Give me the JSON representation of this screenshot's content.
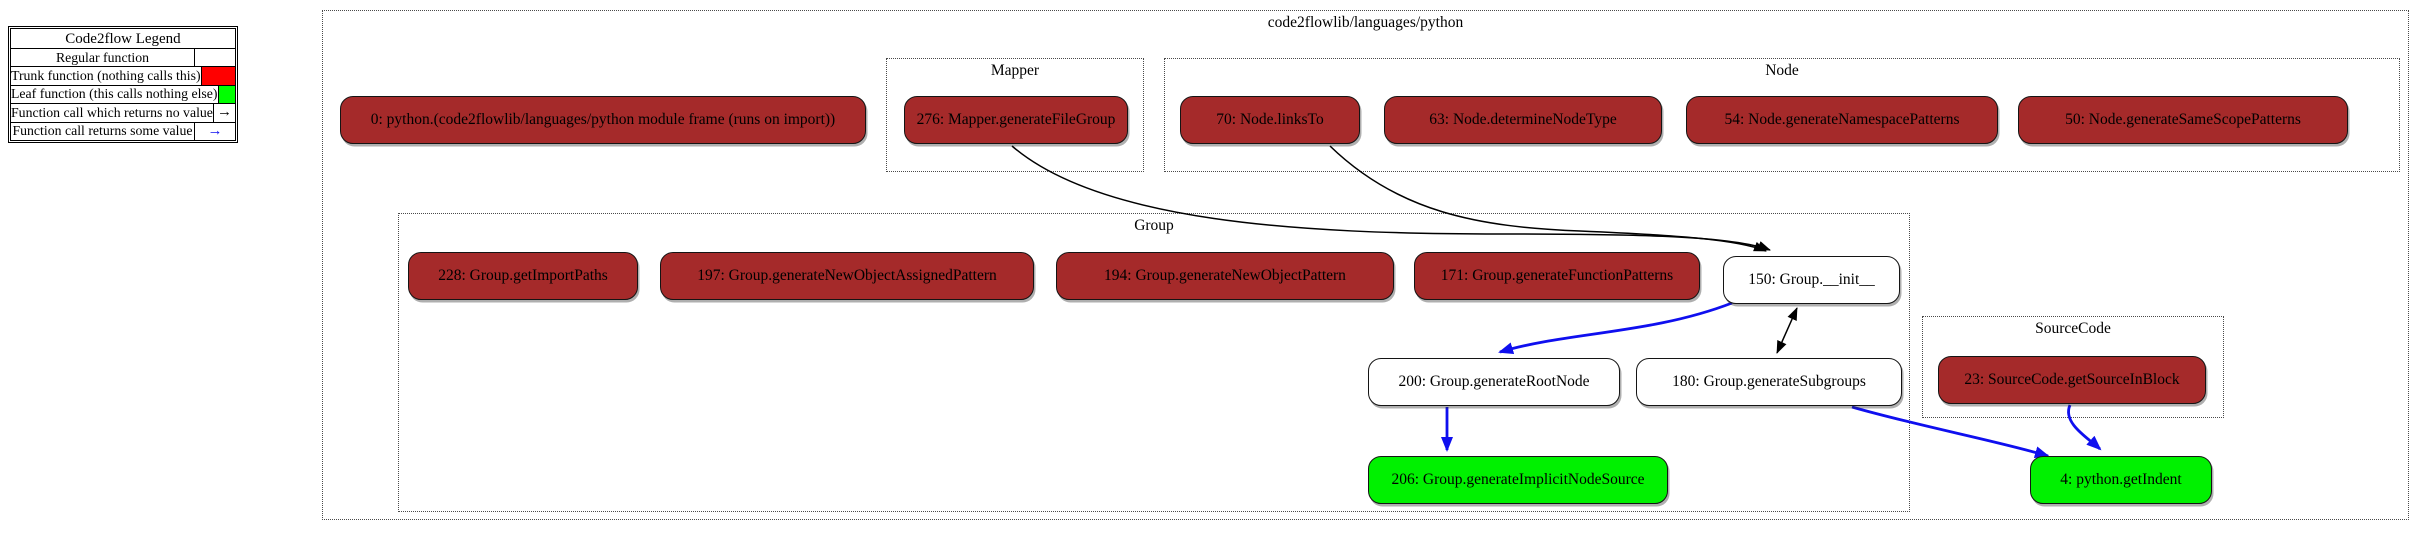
{
  "legend": {
    "title": "Code2flow Legend",
    "rows": [
      {
        "label": "Regular function",
        "swatch": "white",
        "glyph": ""
      },
      {
        "label": "Trunk function (nothing calls this)",
        "swatch": "red",
        "glyph": ""
      },
      {
        "label": "Leaf function (this calls nothing else)",
        "swatch": "green",
        "glyph": ""
      },
      {
        "label": "Function call which returns no value",
        "swatch": "arrow-black",
        "glyph": "→"
      },
      {
        "label": "Function call returns some value",
        "swatch": "arrow-blue",
        "glyph": "→"
      }
    ]
  },
  "clusters": {
    "outer": {
      "label": "code2flowlib/languages/python"
    },
    "mapper": {
      "label": "Mapper"
    },
    "node": {
      "label": "Node"
    },
    "group": {
      "label": "Group"
    },
    "sourcecode": {
      "label": "SourceCode"
    }
  },
  "nodes": {
    "n0": {
      "label": "0: python.(code2flowlib/languages/python module frame (runs on import))",
      "type": "trunk",
      "cluster": "outer"
    },
    "n276": {
      "label": "276: Mapper.generateFileGroup",
      "type": "trunk",
      "cluster": "mapper"
    },
    "n70": {
      "label": "70: Node.linksTo",
      "type": "trunk",
      "cluster": "node"
    },
    "n63": {
      "label": "63: Node.determineNodeType",
      "type": "trunk",
      "cluster": "node"
    },
    "n54": {
      "label": "54: Node.generateNamespacePatterns",
      "type": "trunk",
      "cluster": "node"
    },
    "n50": {
      "label": "50: Node.generateSameScopePatterns",
      "type": "trunk",
      "cluster": "node"
    },
    "n228": {
      "label": "228: Group.getImportPaths",
      "type": "trunk",
      "cluster": "group"
    },
    "n197": {
      "label": "197: Group.generateNewObjectAssignedPattern",
      "type": "trunk",
      "cluster": "group"
    },
    "n194": {
      "label": "194: Group.generateNewObjectPattern",
      "type": "trunk",
      "cluster": "group"
    },
    "n171": {
      "label": "171: Group.generateFunctionPatterns",
      "type": "trunk",
      "cluster": "group"
    },
    "n150": {
      "label": "150: Group.__init__",
      "type": "regular",
      "cluster": "group"
    },
    "n200": {
      "label": "200: Group.generateRootNode",
      "type": "regular",
      "cluster": "group"
    },
    "n180": {
      "label": "180: Group.generateSubgroups",
      "type": "regular",
      "cluster": "group"
    },
    "n206": {
      "label": "206: Group.generateImplicitNodeSource",
      "type": "leaf",
      "cluster": "group"
    },
    "n23": {
      "label": "23: SourceCode.getSourceInBlock",
      "type": "trunk",
      "cluster": "sourcecode"
    },
    "n4": {
      "label": "4: python.getIndent",
      "type": "leaf",
      "cluster": "outer"
    }
  },
  "edges": [
    {
      "from": "n276",
      "to": "n150",
      "returns_value": false,
      "bidirectional": false,
      "color": "#000000"
    },
    {
      "from": "n70",
      "to": "n150",
      "returns_value": false,
      "bidirectional": false,
      "color": "#000000"
    },
    {
      "from": "n150",
      "to": "n180",
      "returns_value": false,
      "bidirectional": true,
      "color": "#000000"
    },
    {
      "from": "n150",
      "to": "n200",
      "returns_value": true,
      "bidirectional": false,
      "color": "#0f0fef"
    },
    {
      "from": "n200",
      "to": "n206",
      "returns_value": true,
      "bidirectional": false,
      "color": "#0f0fef"
    },
    {
      "from": "n180",
      "to": "n4",
      "returns_value": true,
      "bidirectional": false,
      "color": "#0f0fef"
    },
    {
      "from": "n23",
      "to": "n4",
      "returns_value": true,
      "bidirectional": false,
      "color": "#0f0fef"
    }
  ],
  "colors": {
    "trunk_fill": "#a52a2a",
    "leaf_fill": "#00f100",
    "regular_fill": "#ffffff",
    "legend_red": "#ff0000",
    "legend_green": "#00ff00",
    "call_no_return_arrow": "#000000",
    "call_returns_value_arrow": "#0f0fef"
  }
}
